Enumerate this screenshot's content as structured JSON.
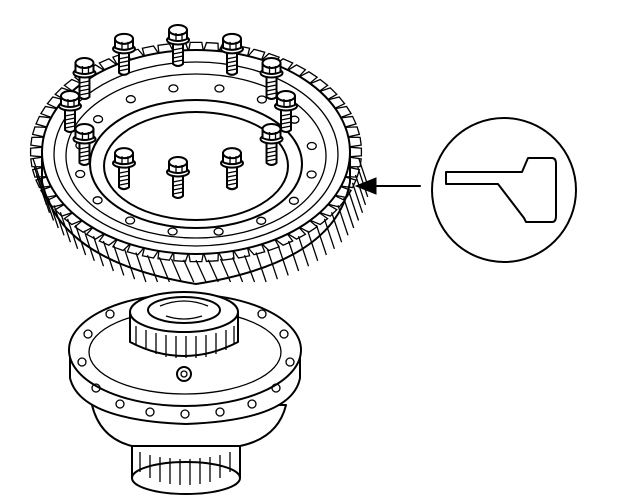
{
  "figure": {
    "kind": "exploded-assembly-illustration",
    "parts": {
      "ring_gear": "ring-gear",
      "bolts": "ring-gear-bolts",
      "differential_case": "differential-case",
      "bearing_upper": "carrier-bearing",
      "bearing_lower": "carrier-bearing"
    },
    "bolt_count": 12,
    "callout": {
      "shows": "gear-tooth-profile-detail",
      "arrow_direction": "left"
    },
    "colors": {
      "ink": "#000000",
      "paper": "#ffffff"
    }
  }
}
